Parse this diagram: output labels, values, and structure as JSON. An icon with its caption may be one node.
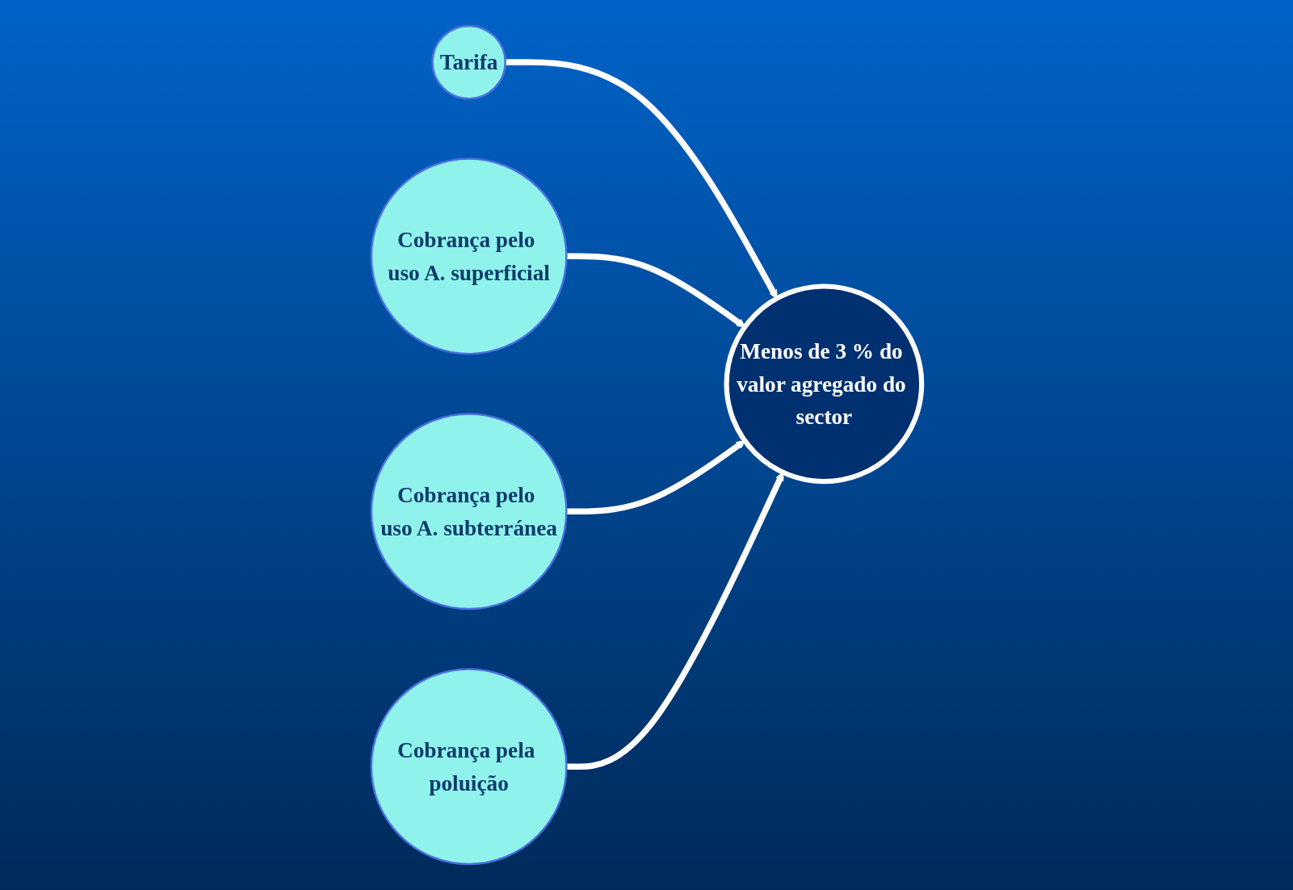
{
  "diagram": {
    "nodes": [
      {
        "text": [
          "Tarifa"
        ]
      },
      {
        "text": [
          "Cobrança pelo uso A. superficial"
        ]
      },
      {
        "text": [
          "Menos de 3 % do valor agregado do sector"
        ]
      },
      {
        "text": [
          "Cobrança pelo uso A. subterránea"
        ]
      },
      {
        "text": [
          "Cobrança pela poluição"
        ]
      }
    ],
    "edges": [
      {
        "from": 0,
        "to": 2,
        "arrow": "to"
      },
      {
        "from": 1,
        "to": 2,
        "arrow": "to"
      },
      {
        "from": 3,
        "to": 2,
        "arrow": "to"
      },
      {
        "from": 4,
        "to": 2,
        "arrow": "to"
      }
    ]
  }
}
